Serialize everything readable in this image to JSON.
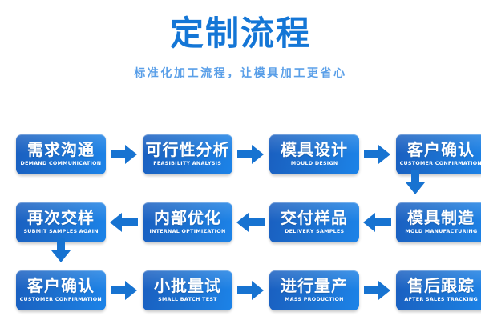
{
  "header": {
    "title": "定制流程",
    "subtitle": "标准化加工流程，让模具加工更省心",
    "title_color": "#1476d6",
    "subtitle_color": "#5a9fe8"
  },
  "theme": {
    "box_gradient_start": "#1a5fc0",
    "box_gradient_end": "#1c83e8",
    "arrow_color": "#1773d1",
    "background": "#ffffff",
    "box_text_color": "#ffffff"
  },
  "flow": {
    "rows": [
      {
        "direction": "left-to-right",
        "arrow_icon": "arrow-right-icon",
        "steps": [
          {
            "cn": "需求沟通",
            "en": "DEMAND COMMUNICATION"
          },
          {
            "cn": "可行性分析",
            "en": "FEASIBILITY ANALYSIS"
          },
          {
            "cn": "模具设计",
            "en": "MOULD DESIGN"
          },
          {
            "cn": "客户确认",
            "en": "CUSTOMER CONFIRMATION"
          }
        ]
      },
      {
        "direction": "right-to-left",
        "arrow_icon": "arrow-left-icon",
        "steps": [
          {
            "cn": "再次交样",
            "en": "SUBMIT SAMPLES AGAIN"
          },
          {
            "cn": "内部优化",
            "en": "INTERNAL OPTIMIZATION"
          },
          {
            "cn": "交付样品",
            "en": "DELIVERY SAMPLES"
          },
          {
            "cn": "模具制造",
            "en": "MOLD MANUFACTURING"
          }
        ]
      },
      {
        "direction": "left-to-right",
        "arrow_icon": "arrow-right-icon",
        "steps": [
          {
            "cn": "客户确认",
            "en": "CUSTOMER CONFIRMATION"
          },
          {
            "cn": "小批量试",
            "en": "SMALL BATCH TEST"
          },
          {
            "cn": "进行量产",
            "en": "MASS PRODUCTION"
          },
          {
            "cn": "售后跟踪",
            "en": "AFTER SALES TRACKING"
          }
        ]
      }
    ],
    "connectors": [
      {
        "icon": "arrow-down-icon",
        "from": "客户确认",
        "to": "模具制造",
        "side": "right"
      },
      {
        "icon": "arrow-down-icon",
        "from": "再次交样",
        "to": "客户确认",
        "side": "left"
      }
    ]
  }
}
